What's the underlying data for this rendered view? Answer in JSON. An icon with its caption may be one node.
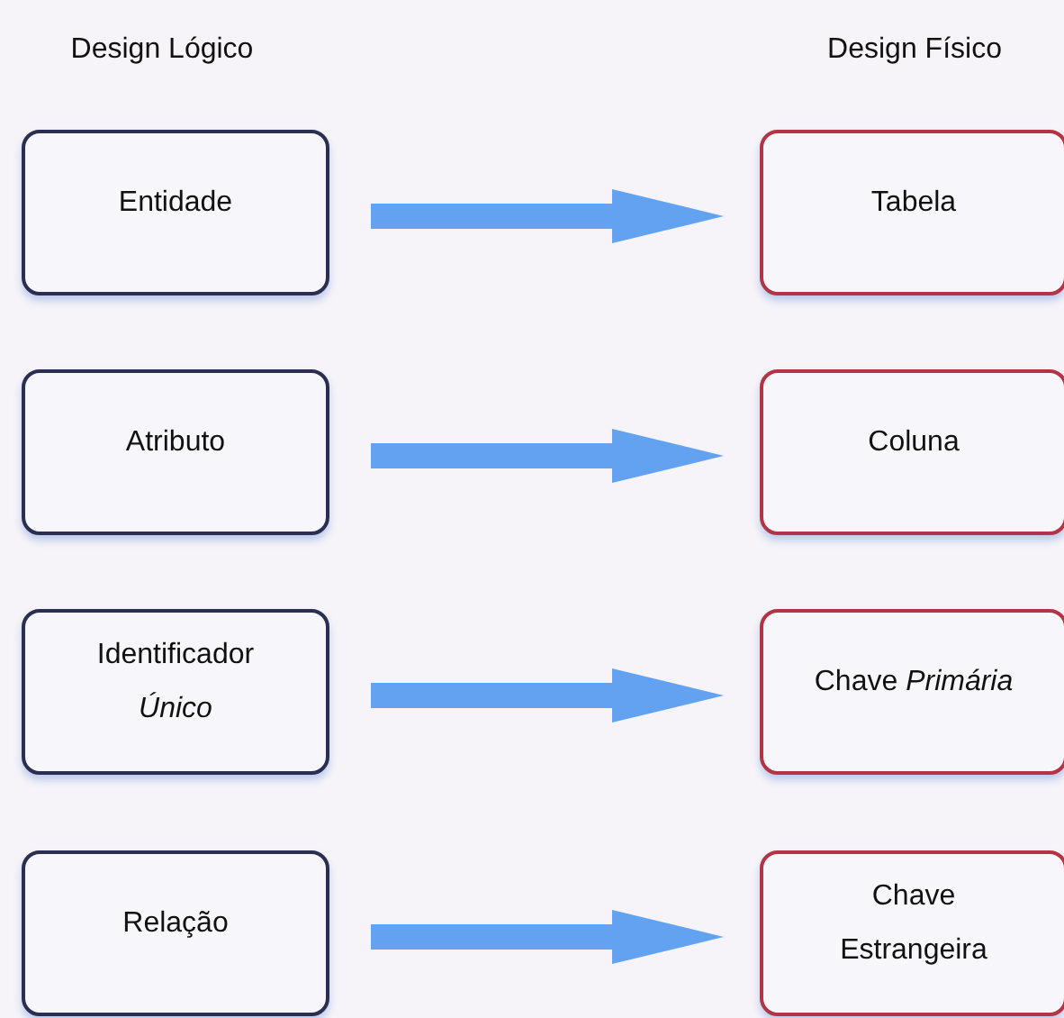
{
  "diagram": {
    "nodes": [
      {
        "text": [
          "Entidade"
        ]
      },
      {
        "text": [
          "Tabela"
        ]
      },
      {
        "text": [
          "Atributo"
        ]
      },
      {
        "text": [
          "Coluna"
        ]
      },
      {
        "text": [
          "Identificador *Único*"
        ]
      },
      {
        "text": [
          "Chave *Primária*"
        ]
      },
      {
        "text": [
          "Relação"
        ]
      },
      {
        "text": [
          "Chave Estrangeira"
        ]
      }
    ],
    "edges": [
      {
        "from": 0,
        "to": 1,
        "arrow": "to"
      },
      {
        "from": 2,
        "to": 3,
        "arrow": "to"
      },
      {
        "from": 4,
        "to": 5,
        "arrow": "to"
      },
      {
        "from": 6,
        "to": 7,
        "arrow": "to"
      }
    ],
    "labels": [
      "Design Lógico",
      "Design Físico"
    ]
  }
}
